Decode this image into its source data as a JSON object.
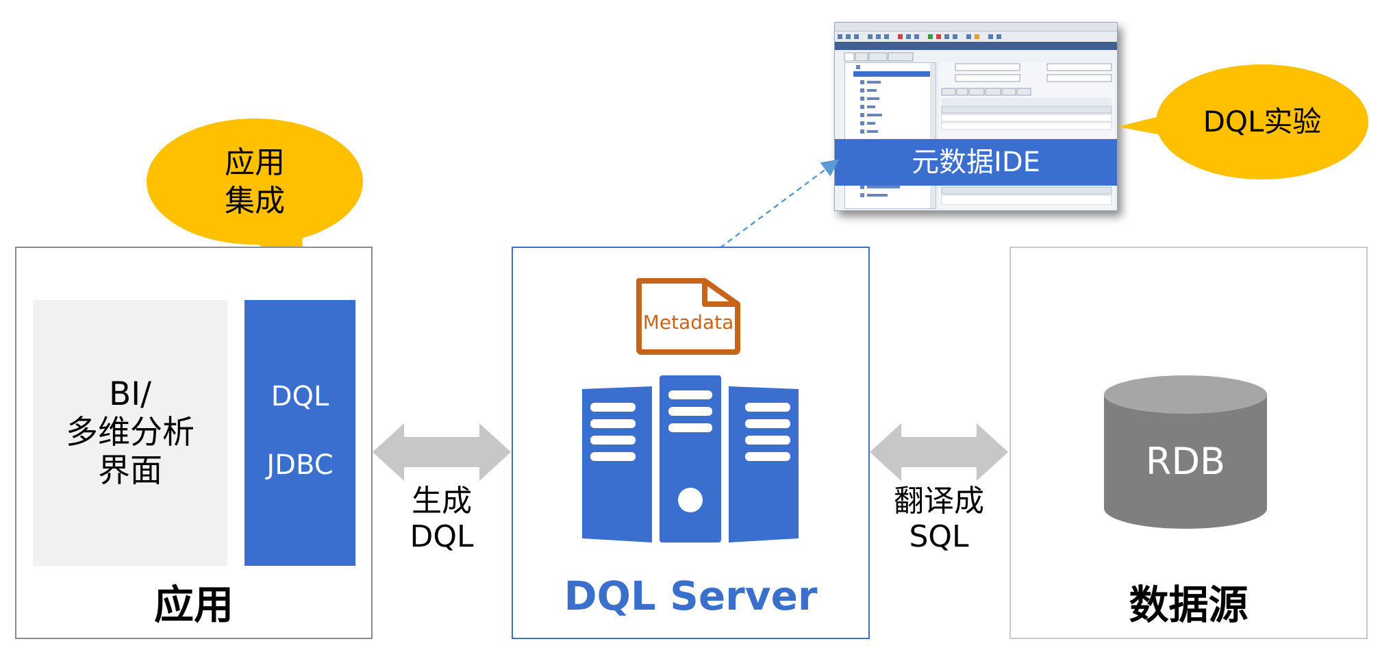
{
  "colors": {
    "blue": "#3b6fcf",
    "yellow": "#ffc000",
    "orange": "#c8641a",
    "gray_arrow": "#c7c7c7",
    "cylinder_body": "#7f7f7f",
    "cylinder_top": "#a6a6a6"
  },
  "app_panel": {
    "bi_text": "BI/\n多维分析\n界面",
    "jdbc_lines": [
      "DQL",
      "JDBC"
    ],
    "title": "应用",
    "bubble": "应用\n集成"
  },
  "dql_panel": {
    "metadata_label": "Metadata",
    "title": "DQL Server",
    "server_icon": "server-rack-icon",
    "document_icon": "document-icon"
  },
  "source_panel": {
    "db_label": "RDB",
    "title": "数据源",
    "db_icon": "database-cylinder-icon"
  },
  "arrows": {
    "left_label": "生成\nDQL",
    "right_label": "翻译成\nSQL"
  },
  "ide": {
    "banner": "元数据IDE",
    "bubble": "DQL实验"
  }
}
